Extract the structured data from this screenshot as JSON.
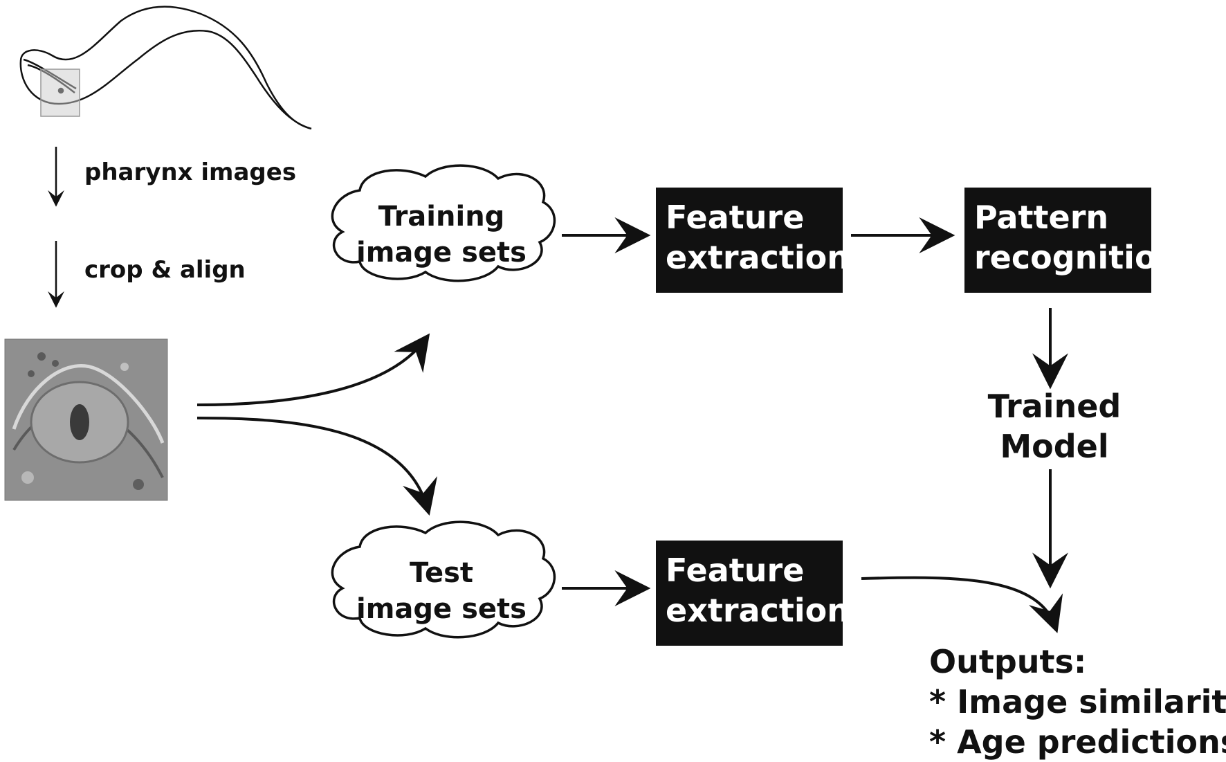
{
  "step_labels": {
    "pharynx_images": "pharynx images",
    "crop_align": "crop & align"
  },
  "clouds": {
    "training": {
      "line1": "Training",
      "line2": "image sets"
    },
    "test": {
      "line1": "Test",
      "line2": "image sets"
    }
  },
  "boxes": {
    "feature_extraction_top": {
      "line1": "Feature",
      "line2": "extraction"
    },
    "pattern_recognition": {
      "line1": "Pattern",
      "line2": "recognition"
    },
    "feature_extraction_bottom": {
      "line1": "Feature",
      "line2": "extraction"
    }
  },
  "trained_model": {
    "line1": "Trained",
    "line2": "Model"
  },
  "outputs": {
    "title": "Outputs:",
    "item1": "* Image similarity",
    "item2": "* Age predictions"
  },
  "colors": {
    "ink": "#111111",
    "box_fill": "#111111",
    "box_text": "#ffffff"
  }
}
